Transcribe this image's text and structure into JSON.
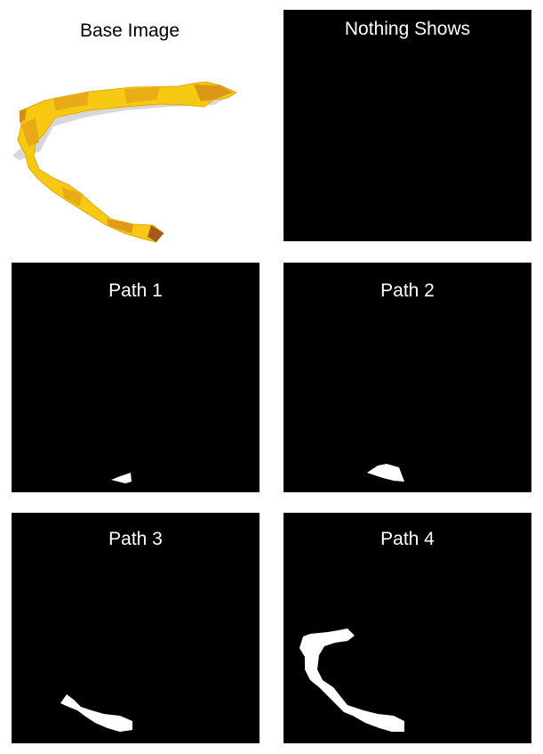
{
  "panels": {
    "base": {
      "title": "Base Image"
    },
    "nothing": {
      "title": "Nothing Shows"
    },
    "path1": {
      "title": "Path 1"
    },
    "path2": {
      "title": "Path 2"
    },
    "path3": {
      "title": "Path 3"
    },
    "path4": {
      "title": "Path 4"
    }
  },
  "colors": {
    "panel_background": "#000000",
    "mask_fill": "#ffffff",
    "object_yellow": "#f7c912",
    "object_orange": "#d98e16",
    "object_brown": "#a8581b",
    "shadow": "#bdbdbd"
  }
}
